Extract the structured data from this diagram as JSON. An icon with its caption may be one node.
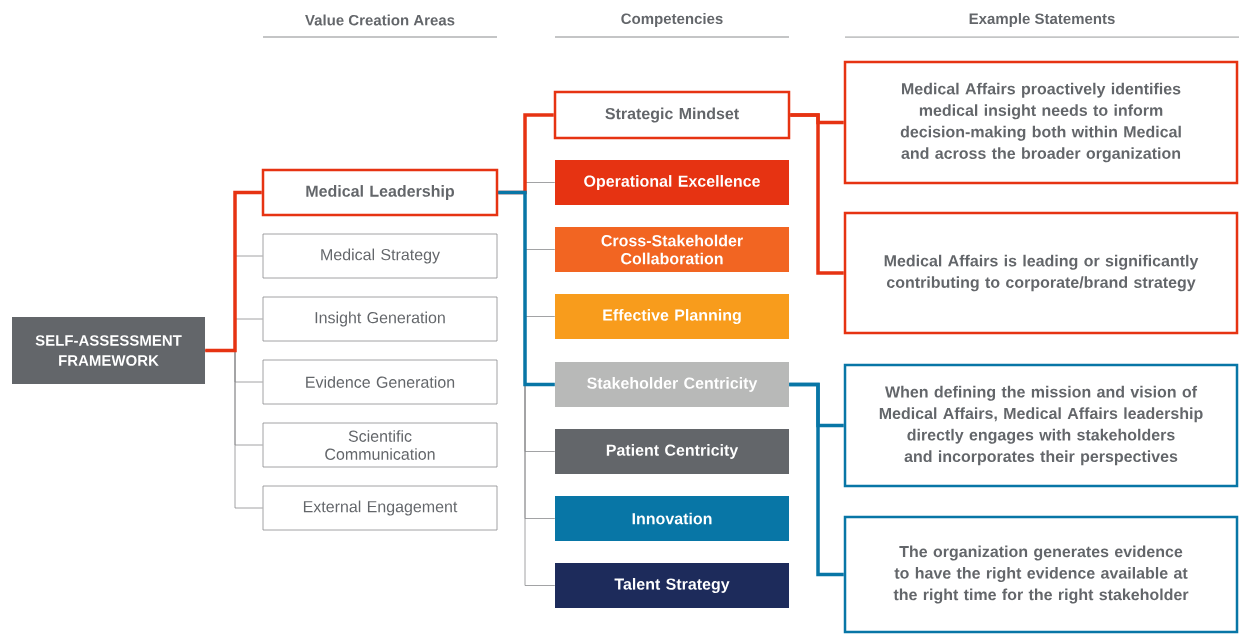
{
  "diagram": {
    "nodes": [
      {
        "text": [
          "SELF-ASSESSMENT FRAMEWORK"
        ]
      },
      {
        "text": [
          "Medical Leadership"
        ]
      },
      {
        "text": [
          "Medical Strategy"
        ]
      },
      {
        "text": [
          "Insight Generation"
        ]
      },
      {
        "text": [
          "Evidence Generation"
        ]
      },
      {
        "text": [
          "Scientific Communication"
        ]
      },
      {
        "text": [
          "External Engagement"
        ]
      },
      {
        "text": [
          "Strategic Mindset"
        ]
      },
      {
        "text": [
          "Operational Excellence"
        ]
      },
      {
        "text": [
          "Cross-Stakeholder Collaboration"
        ]
      },
      {
        "text": [
          "Effective Planning"
        ]
      },
      {
        "text": [
          "Stakeholder Centricity"
        ]
      },
      {
        "text": [
          "Patient Centricity"
        ]
      },
      {
        "text": [
          "Innovation"
        ]
      },
      {
        "text": [
          "Talent Strategy"
        ]
      },
      {
        "text": [
          "Medical Affairs proactively identifies medical insight needs to inform decision-making both within Medical and across the broader organization"
        ]
      },
      {
        "text": [
          "Medical Affairs is leading or significantly contributing to corporate/brand strategy"
        ]
      },
      {
        "text": [
          "When defining the mission and vision of Medical Affairs, Medical Affairs leadership directly engages with stakeholders and incorporates their perspectives"
        ]
      },
      {
        "text": [
          "The organization generates evidence to have the right evidence available at the right time for the right stakeholder"
        ]
      }
    ],
    "edges": [
      {
        "from": 0,
        "to": 1,
        "arrow": "none",
        "style": "thick",
        "color": "#e63312"
      },
      {
        "from": 0,
        "to": 2,
        "arrow": "none"
      },
      {
        "from": 0,
        "to": 3,
        "arrow": "none"
      },
      {
        "from": 0,
        "to": 4,
        "arrow": "none"
      },
      {
        "from": 0,
        "to": 5,
        "arrow": "none"
      },
      {
        "from": 0,
        "to": 6,
        "arrow": "none"
      },
      {
        "from": 1,
        "to": 7,
        "arrow": "none",
        "style": "thick",
        "color": "#e63312"
      },
      {
        "from": 1,
        "to": 8,
        "arrow": "none"
      },
      {
        "from": 1,
        "to": 9,
        "arrow": "none"
      },
      {
        "from": 1,
        "to": 10,
        "arrow": "none"
      },
      {
        "from": 1,
        "to": 11,
        "arrow": "none",
        "style": "thick",
        "color": "#0876a6"
      },
      {
        "from": 1,
        "to": 12,
        "arrow": "none"
      },
      {
        "from": 1,
        "to": 13,
        "arrow": "none"
      },
      {
        "from": 1,
        "to": 14,
        "arrow": "none"
      },
      {
        "from": 7,
        "to": 15,
        "arrow": "none",
        "style": "thick",
        "color": "#e63312"
      },
      {
        "from": 7,
        "to": 16,
        "arrow": "none",
        "style": "thick",
        "color": "#e63312"
      },
      {
        "from": 11,
        "to": 17,
        "arrow": "none",
        "style": "thick",
        "color": "#0876a6"
      },
      {
        "from": 11,
        "to": 18,
        "arrow": "none",
        "style": "thick",
        "color": "#0876a6"
      }
    ],
    "labels": [
      "Value Creation Areas",
      "Competencies",
      "Example Statements"
    ]
  }
}
